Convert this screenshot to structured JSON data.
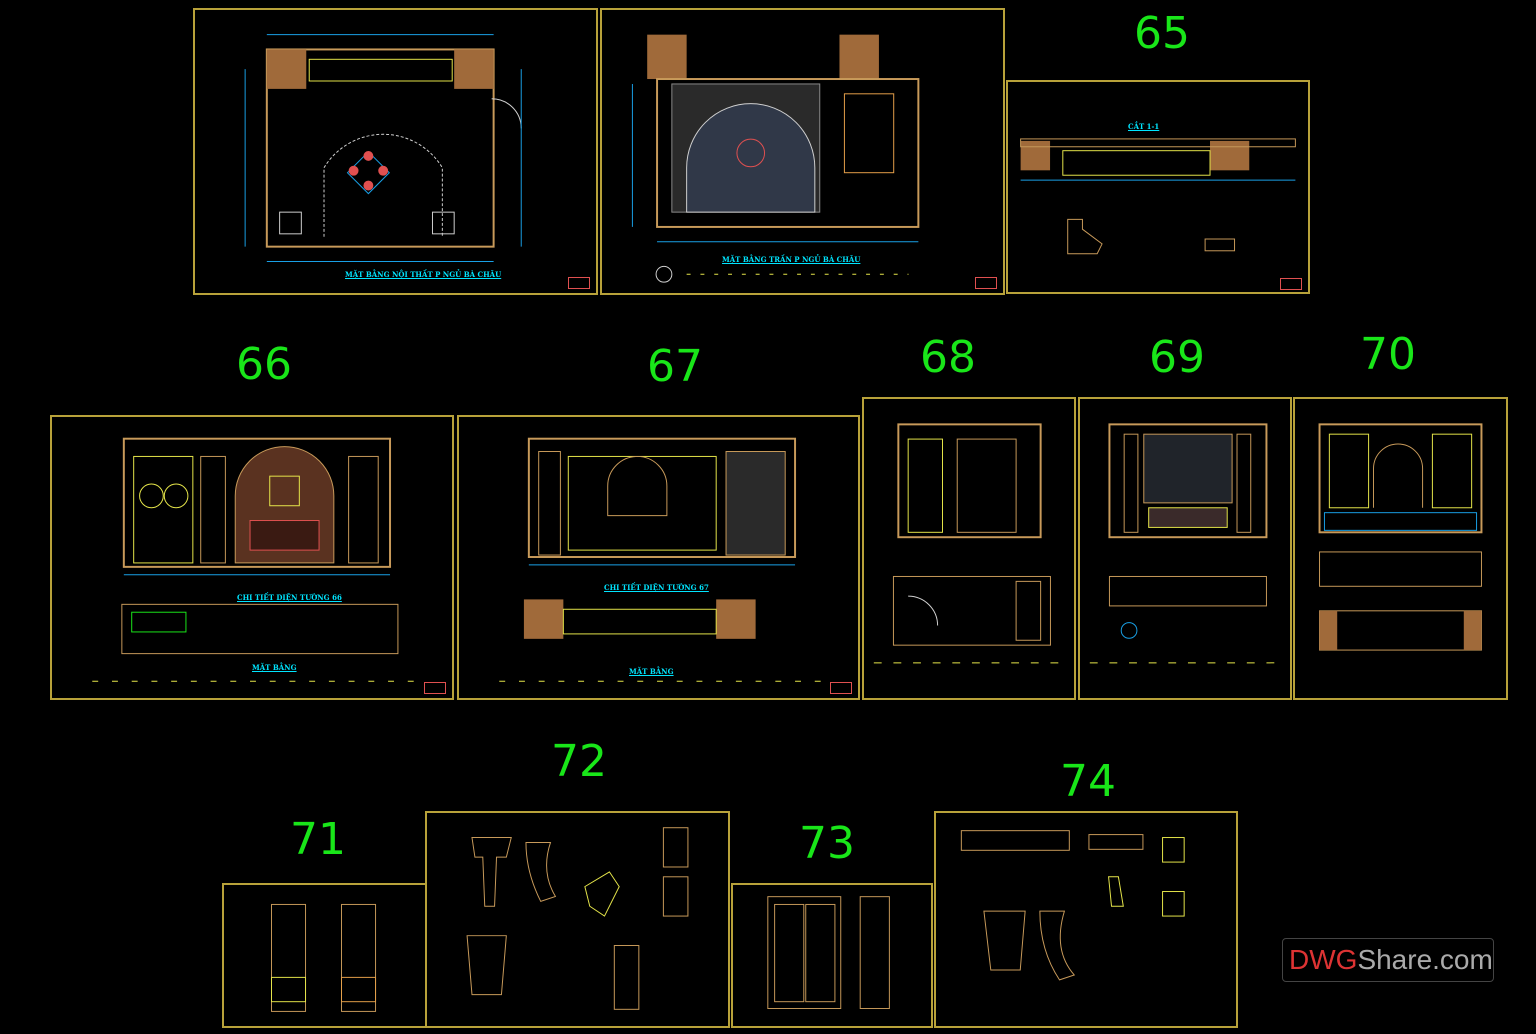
{
  "sheet_numbers": {
    "s65": "65",
    "s66": "66",
    "s67": "67",
    "s68": "68",
    "s69": "69",
    "s70": "70",
    "s71": "71",
    "s72": "72",
    "s73": "73",
    "s74": "74"
  },
  "captions": {
    "plan_interior": "MẶT BẰNG NỘI THẤT P NGỦ BÀ CHÂU",
    "plan_ceiling": "MẶT BẰNG TRẦN P NGỦ BÀ CHÂU",
    "section_11": "CẮT 1-1",
    "wall_66": "CHI TIẾT DIỆN TƯỜNG 66",
    "wall_67": "CHI TIẾT DIỆN TƯỜNG 67",
    "plan_66": "MẶT BẰNG",
    "plan_67": "MẶT BẰNG"
  },
  "watermark": {
    "brand_a": "DWG",
    "brand_b": "Share.com"
  },
  "colors": {
    "frame": "#b8a23a",
    "number": "#19e619",
    "caption": "#00e5ff",
    "wood": "#c89a5a",
    "hatch": "#a06a3a"
  }
}
